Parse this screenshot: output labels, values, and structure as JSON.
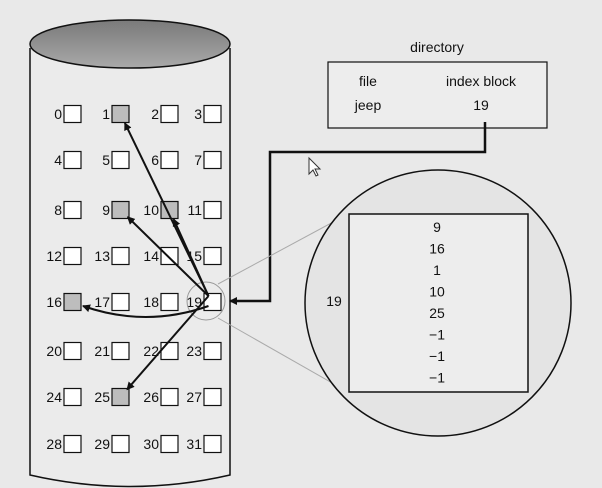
{
  "directory": {
    "title": "directory",
    "col_file": "file",
    "col_index": "index block",
    "entry_file": "jeep",
    "entry_index": "19"
  },
  "disk": {
    "blocks": [
      "0",
      "1",
      "2",
      "3",
      "4",
      "5",
      "6",
      "7",
      "8",
      "9",
      "10",
      "11",
      "12",
      "13",
      "14",
      "15",
      "16",
      "17",
      "18",
      "19",
      "20",
      "21",
      "22",
      "23",
      "24",
      "25",
      "26",
      "27",
      "28",
      "29",
      "30",
      "31"
    ],
    "used_blocks": [
      1,
      9,
      10,
      16,
      25
    ],
    "index_block": 19,
    "pointer_targets": [
      9,
      16,
      1,
      10,
      25
    ]
  },
  "index_detail": {
    "label": "19",
    "entries": [
      "9",
      "16",
      "1",
      "10",
      "25",
      "−1",
      "−1",
      "−1"
    ]
  },
  "colors": {
    "background": "#e9e9e9",
    "used_fill": "#bdbdbd",
    "free_fill": "#ffffff",
    "arrow": "#111111"
  }
}
